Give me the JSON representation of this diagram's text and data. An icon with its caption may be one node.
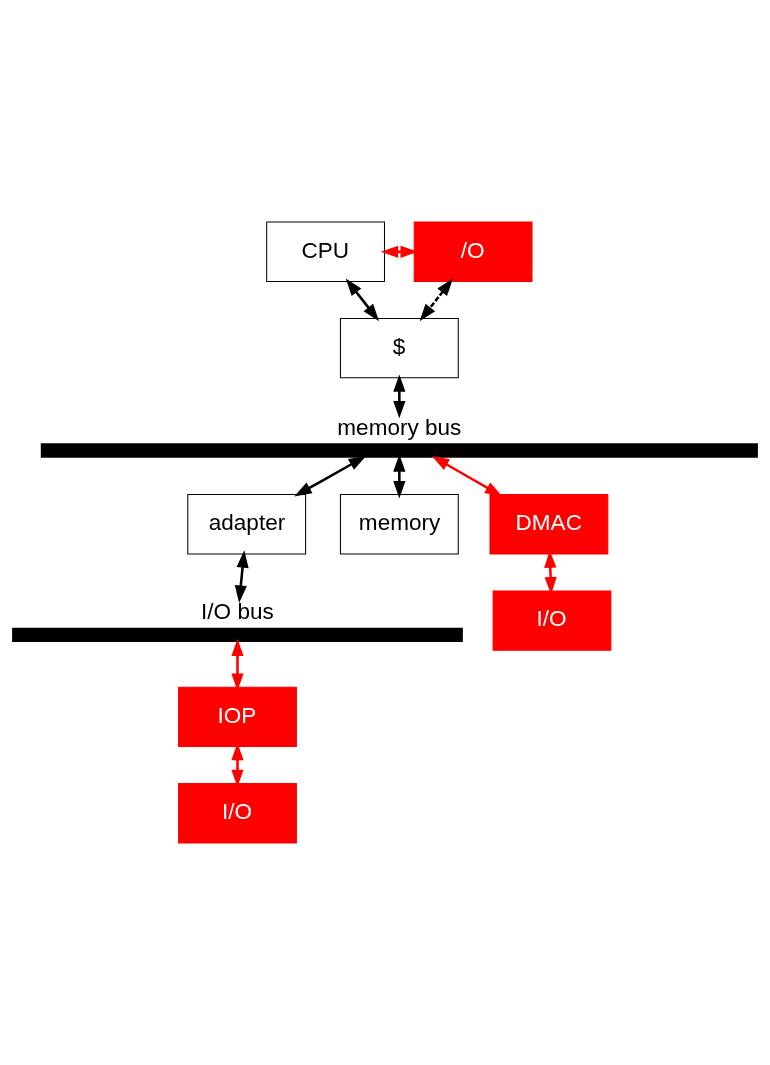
{
  "diagram": {
    "nodes": [
      {
        "text": [
          "CPU"
        ]
      },
      {
        "text": [
          "/O"
        ]
      },
      {
        "text": [
          "$"
        ]
      },
      {
        "text": [
          "memory bus"
        ]
      },
      {
        "text": [
          "adapter"
        ]
      },
      {
        "text": [
          "memory"
        ]
      },
      {
        "text": [
          "DMAC"
        ]
      },
      {
        "text": [
          "I/O bus"
        ]
      },
      {
        "text": [
          "I/O"
        ]
      },
      {
        "text": [
          "IOP"
        ]
      },
      {
        "text": [
          "I/O"
        ]
      }
    ],
    "edges": [
      {
        "from": 0,
        "to": 1,
        "arrow": "both",
        "color": "#ff0000"
      },
      {
        "from": 0,
        "to": 2,
        "arrow": "both"
      },
      {
        "from": 1,
        "to": 2,
        "arrow": "both",
        "style": "dashed"
      },
      {
        "from": 2,
        "to": 3,
        "arrow": "both"
      },
      {
        "from": 3,
        "to": 4,
        "arrow": "both"
      },
      {
        "from": 3,
        "to": 5,
        "arrow": "both"
      },
      {
        "from": 3,
        "to": 6,
        "arrow": "both",
        "color": "#ff0000"
      },
      {
        "from": 6,
        "to": 8,
        "arrow": "both",
        "color": "#ff0000"
      },
      {
        "from": 4,
        "to": 7,
        "arrow": "both"
      },
      {
        "from": 7,
        "to": 9,
        "arrow": "both",
        "color": "#ff0000"
      },
      {
        "from": 9,
        "to": 10,
        "arrow": "both",
        "color": "#ff0000"
      }
    ]
  }
}
